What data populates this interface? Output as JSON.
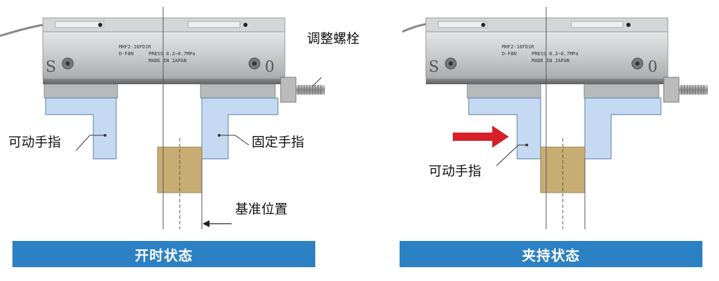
{
  "left_panel": {
    "state_label": "开时状态",
    "movable_finger_label": "可动手指",
    "fixed_finger_label": "固定手指",
    "reference_position_label": "基准位置",
    "adjust_bolt_label": "调整螺栓",
    "model_text": "MHF2-16FD1R",
    "switch_text": "D-F8N",
    "pressure_text": "PRESS 0.2~0.7MPa",
    "made_text": "MADE IN JAPAN",
    "side_letter_left": "S",
    "side_letter_right": "0"
  },
  "right_panel": {
    "state_label": "夹持状态",
    "movable_finger_label": "可动手指",
    "model_text": "MHF2-16FD1R",
    "switch_text": "D-F8N",
    "pressure_text": "PRESS 0.2~0.7MPa",
    "made_text": "MADE IN JAPAN",
    "side_letter_left": "S",
    "side_letter_right": "0"
  },
  "colors": {
    "banner": "#2c80c4",
    "finger_fill": "#c5daf2",
    "workpiece_fill": "#c7ad73",
    "arrow_red": "#d52028",
    "body_gray": "#c9cbcd"
  }
}
